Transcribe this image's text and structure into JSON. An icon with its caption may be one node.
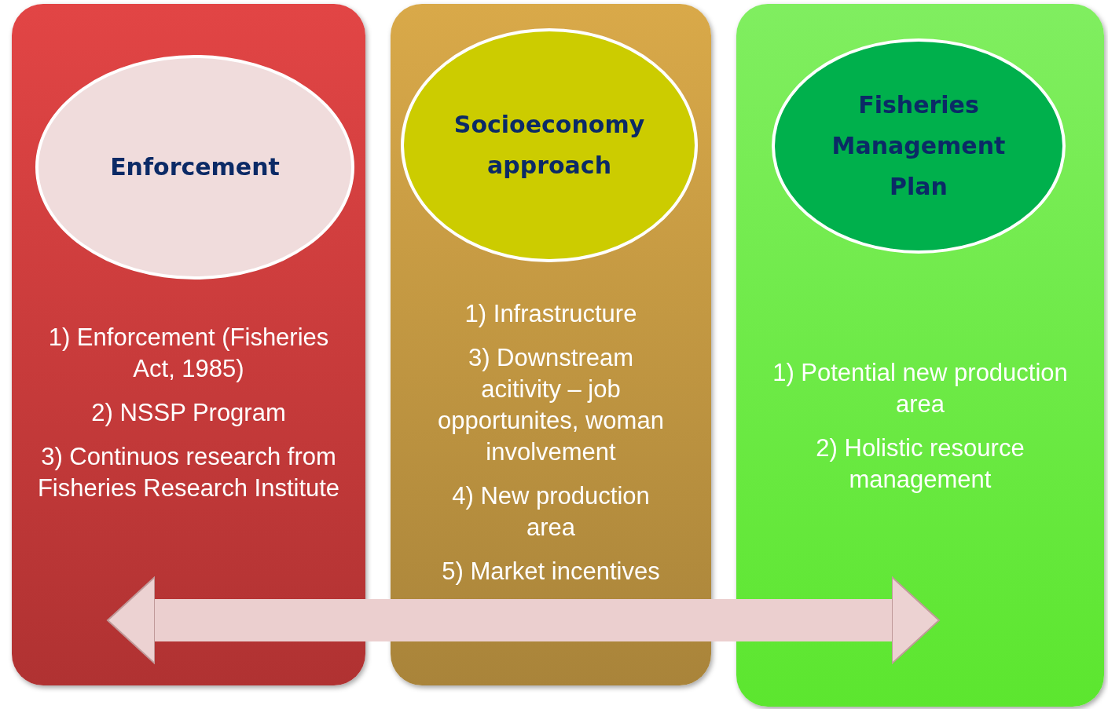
{
  "diagram": {
    "nodes": [
      {
        "text": [
          "1) Enforcement (Fisheries Act, 1985)",
          "2) NSSP Program",
          "3) Continuos research from Fisheries Research Institute"
        ]
      },
      {
        "text": [
          "Enforcement"
        ],
        "in": 0
      },
      {
        "text": [
          "1) Infrastructure",
          "3) Downstream acitivity – job opportunites, woman involvement",
          "4) New production area",
          "5) Market incentives"
        ]
      },
      {
        "text": [
          "Socioeconomy approach"
        ],
        "in": 2
      },
      {
        "text": [
          "1) Potential new production area",
          "2) Holistic resource management"
        ]
      },
      {
        "text": [
          "Fisheries Management Plan"
        ],
        "in": 4
      }
    ],
    "edges": [
      {
        "from": 0,
        "to": 4,
        "arrow": "both"
      }
    ]
  }
}
